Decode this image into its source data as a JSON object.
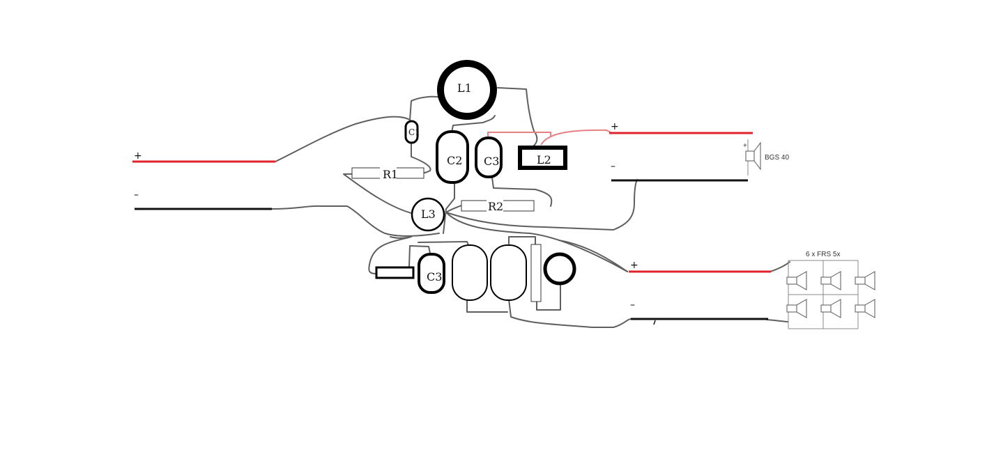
{
  "components": {
    "l1": "L1",
    "c1": "C1",
    "c2": "C2",
    "c3_top": "C3",
    "l2": "L2",
    "r1": "R1",
    "r2": "R2",
    "l3": "L3",
    "c3_bottom": "C3"
  },
  "terminals": {
    "input_plus": "+",
    "input_minus": "–",
    "tweeter_plus": "+",
    "tweeter_minus": "–",
    "array_plus": "+",
    "array_minus": "–"
  },
  "speakers": {
    "tweeter_label": "BGS 40",
    "array_label": "6 x FRS 5x"
  },
  "colors": {
    "positive_wire": "#e0222b",
    "negative_wire": "#111111",
    "jumper_wire": "#5e5e5e",
    "pink_wire": "#e87f83"
  }
}
